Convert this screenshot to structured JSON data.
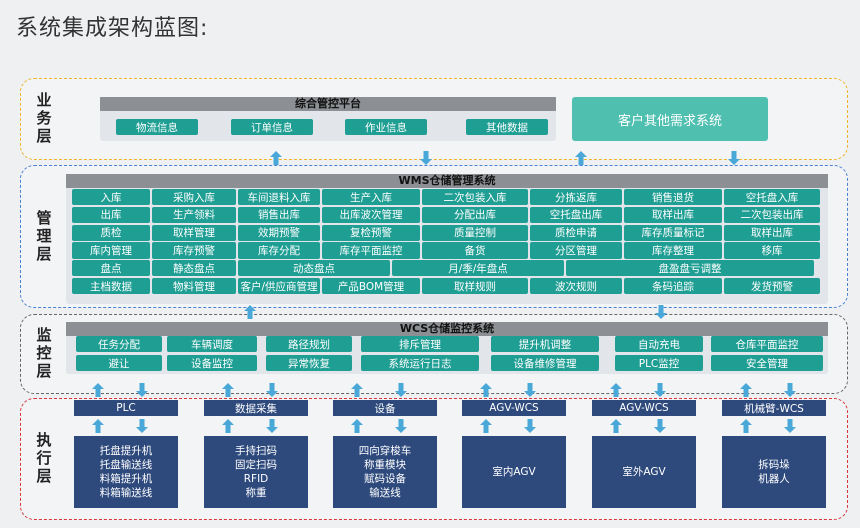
{
  "title": "系统集成架构蓝图:",
  "layers": {
    "business": "业务层",
    "management": "管理层",
    "monitoring": "监控层",
    "execution": "执行层"
  },
  "business": {
    "platform_title": "综合管控平台",
    "items": [
      "物流信息",
      "订单信息",
      "作业信息",
      "其他数据"
    ],
    "customer": "客户其他需求系统"
  },
  "wms": {
    "title": "WMS仓储管理系统",
    "rows": [
      [
        "入库",
        "采购入库",
        "车间退料入库",
        "生产入库",
        "二次包装入库",
        "分拣返库",
        "销售退货",
        "空托盘入库"
      ],
      [
        "出库",
        "生产领料",
        "销售出库",
        "出库波次管理",
        "分配出库",
        "空托盘出库",
        "取样出库",
        "二次包装出库"
      ],
      [
        "质检",
        "取样管理",
        "效期预警",
        "复检预警",
        "质量控制",
        "质检申请",
        "库存质量标记",
        "取样出库"
      ],
      [
        "库内管理",
        "库存预警",
        "库存分配",
        "库存平面监控",
        "备货",
        "分区管理",
        "库存整理",
        "移库"
      ],
      [
        "盘点",
        "静态盘点",
        "动态盘点",
        "月/季/年盘点",
        "盘盈盘亏调整"
      ],
      [
        "主档数据",
        "物料管理",
        "客户/供应商管理",
        "产品BOM管理",
        "取样规则",
        "波次规则",
        "条码追踪",
        "发货预警"
      ]
    ]
  },
  "wcs": {
    "title": "WCS仓储监控系统",
    "rows": [
      [
        "任务分配",
        "车辆调度",
        "路径规划",
        "排斥管理",
        "提升机调整",
        "自动充电",
        "仓库平面监控"
      ],
      [
        "避让",
        "设备监控",
        "异常恢复",
        "系统运行日志",
        "设备维修管理",
        "PLC监控",
        "安全管理"
      ]
    ]
  },
  "execution": {
    "heads": [
      "PLC",
      "数据采集",
      "设备",
      "AGV-WCS",
      "AGV-WCS",
      "机械臂-WCS"
    ],
    "boxes": [
      [
        "托盘提升机",
        "托盘输送线",
        "料箱提升机",
        "料箱输送线"
      ],
      [
        "手持扫码",
        "固定扫码",
        "RFID",
        "称重"
      ],
      [
        "四向穿梭车",
        "称重模块",
        "赋码设备",
        "输送线"
      ],
      [
        "室内AGV"
      ],
      [
        "室外AGV"
      ],
      [
        "拆码垛",
        "机器人"
      ]
    ]
  },
  "colors": {
    "cell": "#1f9e93",
    "customer": "#4fbfb0",
    "exec": "#2e4a7d",
    "arrow": "#49a8d8",
    "business_border": "#f0b429",
    "management_border": "#4a7fd4",
    "monitoring_border": "#666666",
    "execution_border": "#d8343a"
  }
}
